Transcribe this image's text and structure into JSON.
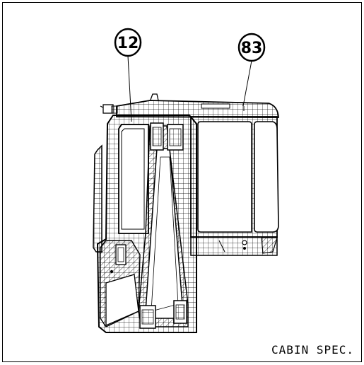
{
  "callouts": [
    {
      "id": "c12",
      "label": "12"
    },
    {
      "id": "c83",
      "label": "83"
    }
  ],
  "caption": "CABIN SPEC.",
  "colors": {
    "line": "#000000",
    "paper": "#ffffff"
  }
}
